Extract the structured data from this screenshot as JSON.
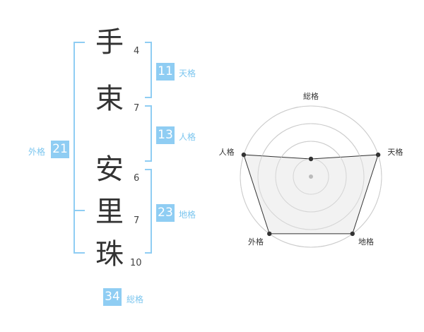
{
  "name_chars": [
    {
      "char": "手",
      "strokes": "4"
    },
    {
      "char": "束",
      "strokes": "7"
    },
    {
      "char": "安",
      "strokes": "6"
    },
    {
      "char": "里",
      "strokes": "7"
    },
    {
      "char": "珠",
      "strokes": "10"
    }
  ],
  "fortunes": {
    "tenkaku": {
      "value": "11",
      "label": "天格"
    },
    "jinkaku": {
      "value": "13",
      "label": "人格"
    },
    "chikaku": {
      "value": "23",
      "label": "地格"
    },
    "gaikaku": {
      "value": "21",
      "label": "外格"
    },
    "soukaku": {
      "value": "34",
      "label": "総格"
    }
  },
  "colors": {
    "accent": "#8fcdf3",
    "accent_text": "#7cc6ef",
    "radar_fill": "#f0f0f0",
    "radar_line": "#333333",
    "grid": "#cccccc"
  },
  "chart_data": {
    "type": "radar",
    "axes": [
      "総格",
      "天格",
      "地格",
      "外格",
      "人格"
    ],
    "values": [
      1,
      4,
      4,
      4,
      4
    ],
    "rmax": 4,
    "grid_rings": 4
  }
}
